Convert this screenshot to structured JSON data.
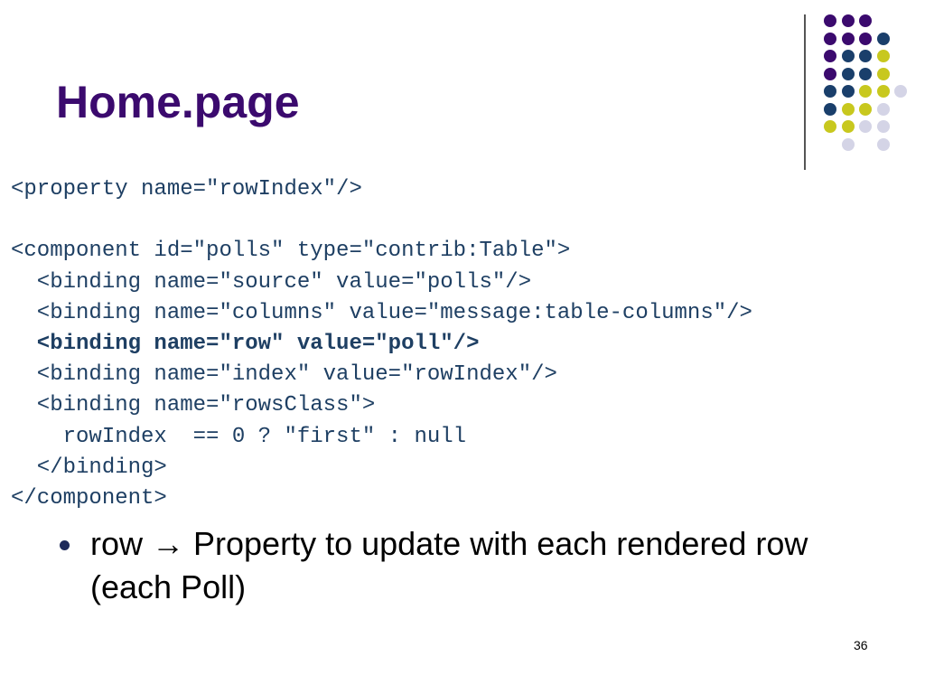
{
  "slide": {
    "title": "Home.page",
    "page_number": "36"
  },
  "code_lines": [
    {
      "text": "<property name=\"rowIndex\"/>",
      "bold": false
    },
    {
      "text": "",
      "bold": false
    },
    {
      "text": "<component id=\"polls\" type=\"contrib:Table\">",
      "bold": false
    },
    {
      "text": "  <binding name=\"source\" value=\"polls\"/>",
      "bold": false
    },
    {
      "text": "  <binding name=\"columns\" value=\"message:table-columns\"/>",
      "bold": false
    },
    {
      "text": "  <binding name=\"row\" value=\"poll\"/>",
      "bold": true
    },
    {
      "text": "  <binding name=\"index\" value=\"rowIndex\"/>",
      "bold": false
    },
    {
      "text": "  <binding name=\"rowsClass\">",
      "bold": false
    },
    {
      "text": "    rowIndex  == 0 ? \"first\" : null",
      "bold": false
    },
    {
      "text": "  </binding>",
      "bold": false
    },
    {
      "text": "</component>",
      "bold": false
    }
  ],
  "bullets": [
    "row → Property to update with each rendered row (each Poll)"
  ],
  "colors": {
    "title": "#3b0a6e",
    "code": "#1e3f63",
    "dot_purple": "#3b0a6e",
    "dot_navy": "#1a3f6b",
    "dot_yellow": "#c8c81e",
    "dot_lavender": "#d4d4e6"
  },
  "decoration_dots": [
    [
      "purple",
      "purple",
      "purple",
      ""
    ],
    [
      "purple",
      "purple",
      "purple",
      "navy"
    ],
    [
      "purple",
      "navy",
      "navy",
      "yellow"
    ],
    [
      "purple",
      "navy",
      "navy",
      "yellow"
    ],
    [
      "navy",
      "navy",
      "yellow",
      "yellow",
      "lavender"
    ],
    [
      "navy",
      "yellow",
      "yellow",
      "lavender"
    ],
    [
      "yellow",
      "yellow",
      "lavender",
      "lavender"
    ],
    [
      "",
      "lavender",
      "",
      "lavender"
    ]
  ]
}
